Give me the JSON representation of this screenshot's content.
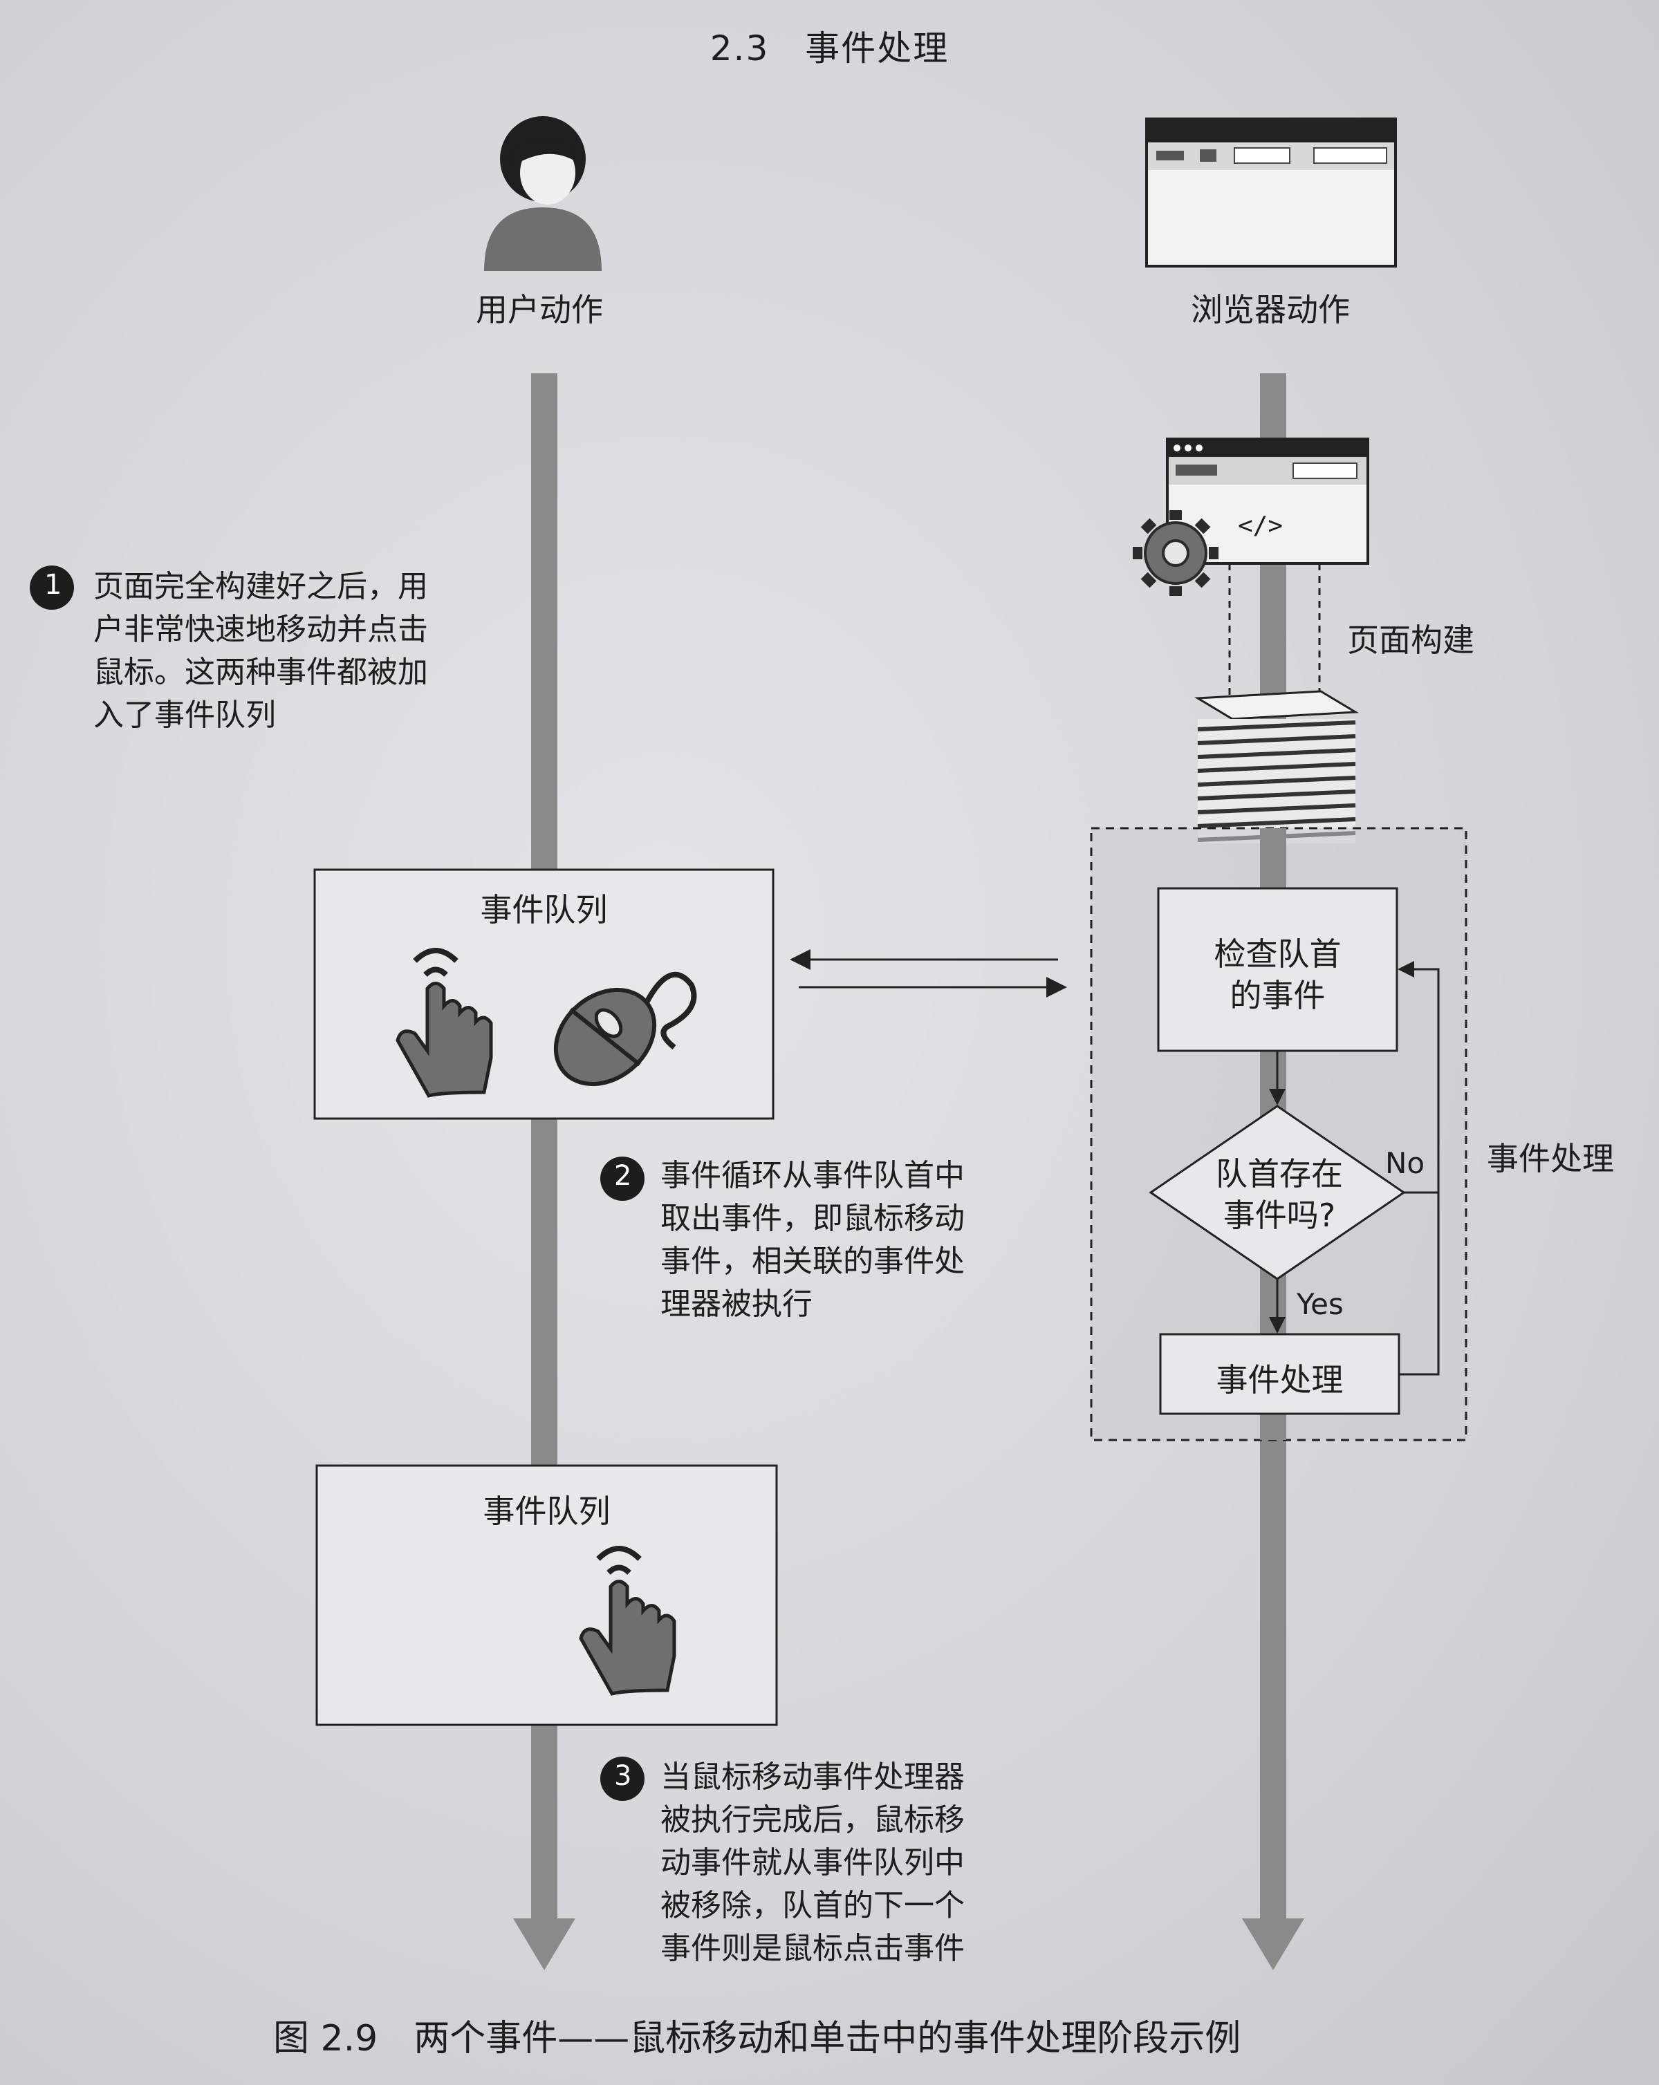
{
  "page_header": "2.3　事件处理",
  "actors": {
    "user_label": "用户动作",
    "browser_label": "浏览器动作"
  },
  "page_build_label": "页面构建",
  "code_tag": "</>",
  "event_queue_title": "事件队列",
  "event_handling_label": "事件处理",
  "flow": {
    "check_head": "检查队首\n的事件",
    "decision": "队首存在\n事件吗?",
    "no": "No",
    "yes": "Yes",
    "handle": "事件处理"
  },
  "steps": [
    {
      "num": "1",
      "text": "页面完全构建好之后，用\n户非常快速地移动并点击\n鼠标。这两种事件都被加\n入了事件队列"
    },
    {
      "num": "2",
      "text": "事件循环从事件队首中\n取出事件，即鼠标移动\n事件，相关联的事件处\n理器被执行"
    },
    {
      "num": "3",
      "text": "当鼠标移动事件处理器\n被执行完成后，鼠标移\n动事件就从事件队列中\n被移除，队首的下一个\n事件则是鼠标点击事件"
    }
  ],
  "figure_caption": "图 2.9　两个事件——鼠标移动和单击中的事件处理阶段示例",
  "icons": [
    "user-icon",
    "browser-window-icon",
    "gear-icon",
    "pointer-hand-icon",
    "mouse-icon"
  ],
  "colors": {
    "timeline": "#8a8a8a",
    "icon_fill": "#6f6f6f",
    "ink": "#1d1d1d"
  }
}
